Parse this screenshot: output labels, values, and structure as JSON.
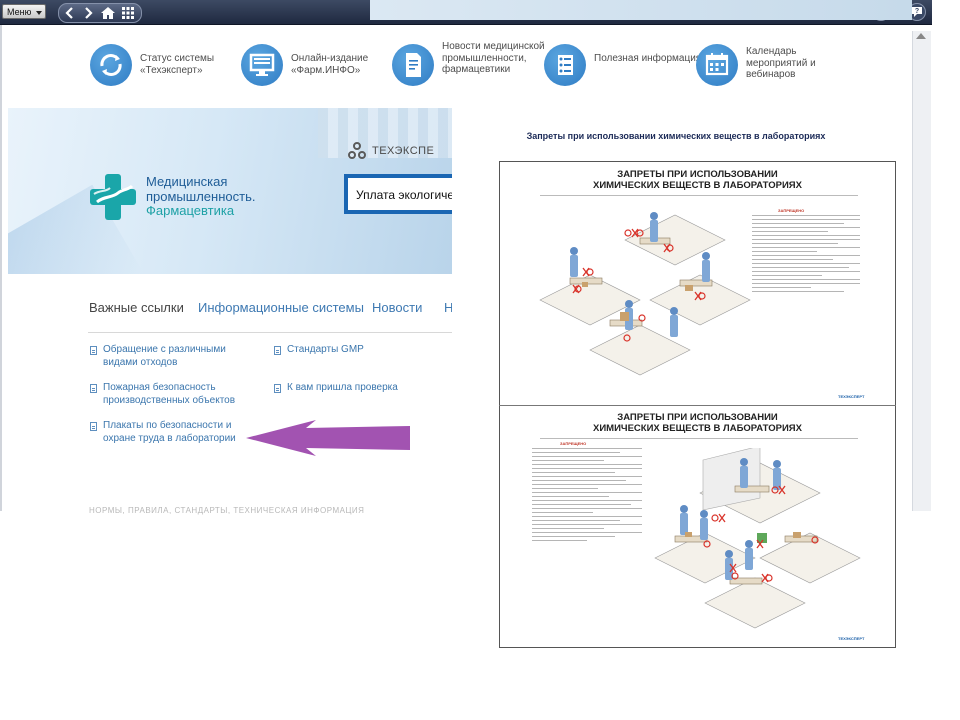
{
  "toolbar": {
    "menu_label": "Меню",
    "nav_icons": [
      "arrow-left-icon",
      "arrow-right-icon",
      "home-icon",
      "grid-icon"
    ],
    "right_icons": [
      "user-icon",
      "help-icon"
    ]
  },
  "services": [
    {
      "icon": "refresh-icon",
      "label": "Статус системы «Техэксперт»"
    },
    {
      "icon": "monitor-icon",
      "label": "Онлайн-издание «Фарм.ИНФО»"
    },
    {
      "icon": "news-document-icon",
      "label": "Новости медицинской промышленности, фармацевтики"
    },
    {
      "icon": "info-list-icon",
      "label": "Полезная информация"
    },
    {
      "icon": "calendar-icon",
      "label": "Календарь мероприятий и вебинаров"
    }
  ],
  "banner": {
    "line1": "Медицинская",
    "line2": "промышленность.",
    "line3": "Фармацевтика",
    "brand": "ТЕХЭКСПЕ",
    "search_value": "Уплата экологическ"
  },
  "tabs": {
    "active": "Важные ссылки",
    "items": [
      "Информационные системы",
      "Новости",
      "Н"
    ]
  },
  "links": {
    "col1": [
      "Обращение с различными видами отходов",
      "Пожарная безопасность производственных объектов",
      "Плакаты по безопасности и охране труда в лаборатории"
    ],
    "col2": [
      "Стандарты GMP",
      "К вам пришла проверка"
    ]
  },
  "footer_faint": "НОРМЫ, ПРАВИЛА, СТАНДАРТЫ, ТЕХНИЧЕСКАЯ ИНФОРМАЦИЯ",
  "poster": {
    "heading": "Запреты при использовании химических веществ в лабораториях",
    "panel_title": "ЗАПРЕТЫ ПРИ ИСПОЛЬЗОВАНИИ ХИМИЧЕСКИХ ВЕЩЕСТВ В ЛАБОРАТОРИЯХ",
    "panel_title_line1": "ЗАПРЕТЫ ПРИ ИСПОЛЬЗОВАНИИ",
    "panel_title_line2": "ХИМИЧЕСКИХ ВЕЩЕСТВ В ЛАБОРАТОРИЯХ",
    "section_label": "ЗАПРЕЩЕНО",
    "logo": "ТЕХЭКСПЕРТ"
  },
  "colors": {
    "accent": "#1a66b3",
    "arrow": "#a253b1",
    "link": "#3b76ad"
  }
}
